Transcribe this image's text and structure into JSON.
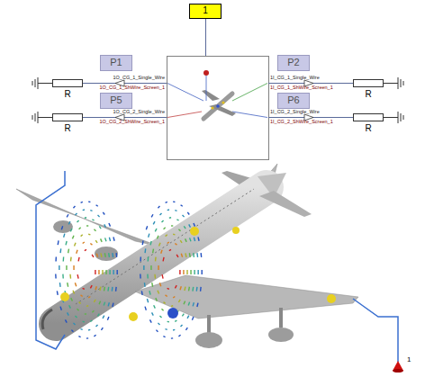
{
  "diagram": {
    "nodes": [
      {
        "text": [
          "1"
        ]
      },
      {
        "text": [
          "P1"
        ]
      },
      {
        "text": [
          "P2"
        ]
      },
      {
        "text": [
          "P5"
        ]
      },
      {
        "text": [
          "P6"
        ]
      },
      {
        "text": [
          "R"
        ]
      },
      {
        "text": [
          "R"
        ]
      },
      {
        "text": [
          "R"
        ]
      },
      {
        "text": [
          "R"
        ]
      }
    ],
    "labels": [
      "1O_CG_1_Single_Wire",
      "1O_CG_1_ShWire_Screen_1",
      "1I_CG_1_Single_Wire",
      "1I_CG_1_ShWire_Screen_1",
      "1O_CG_2_Single_Wire",
      "1O_CG_2_ShWire_Screen_1",
      "1I_CG_2_Single_Wire",
      "1I_CG_2_ShWire_Screen_1",
      "1"
    ]
  }
}
